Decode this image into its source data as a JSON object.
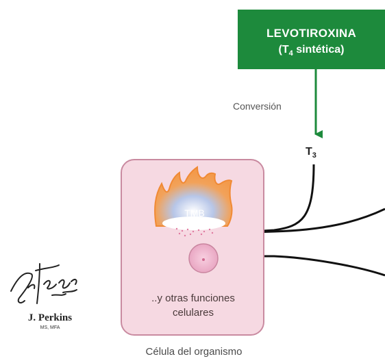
{
  "drug_box": {
    "title": "LEVOTIROXINA",
    "subtitle_prefix": "(T",
    "subtitle_subscript": "4",
    "subtitle_suffix": " sintética)",
    "color": "#1d8a3c"
  },
  "conversion_label": "Conversión",
  "t3_label": {
    "base": "T",
    "subscript": "3"
  },
  "cell": {
    "tmb_label": "TMB",
    "functions_line1": "..y otras funciones",
    "functions_line2": "celulares",
    "caption": "Célula del organismo",
    "fill_color": "#f6d9e2",
    "border_color": "#c98aa0"
  },
  "author": {
    "name": "J. Perkins",
    "credentials": "MS, MFA"
  }
}
